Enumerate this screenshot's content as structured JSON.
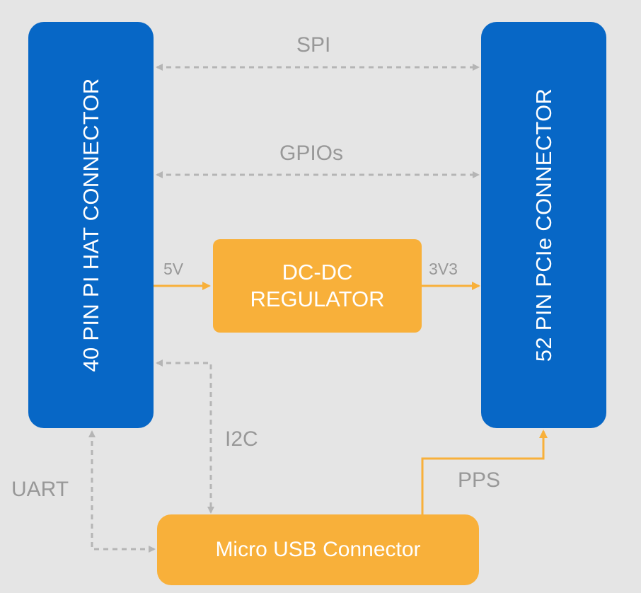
{
  "blocks": {
    "pi_hat": "40 PIN PI HAT CONNECTOR",
    "pcie": "52 PIN PCIe CONNECTOR",
    "dcdc_line1": "DC-DC",
    "dcdc_line2": "REGULATOR",
    "usb": "Micro USB Connector"
  },
  "links": {
    "spi": "SPI",
    "gpios": "GPIOs",
    "power_in": "5V",
    "power_out": "3V3",
    "i2c": "I2C",
    "uart": "UART",
    "pps": "PPS"
  },
  "colors": {
    "background": "#e5e5e5",
    "connector_blue": "#0767c6",
    "component_orange": "#f8b03a",
    "signal_gray": "#b5b5b5",
    "label_gray": "#989898"
  }
}
